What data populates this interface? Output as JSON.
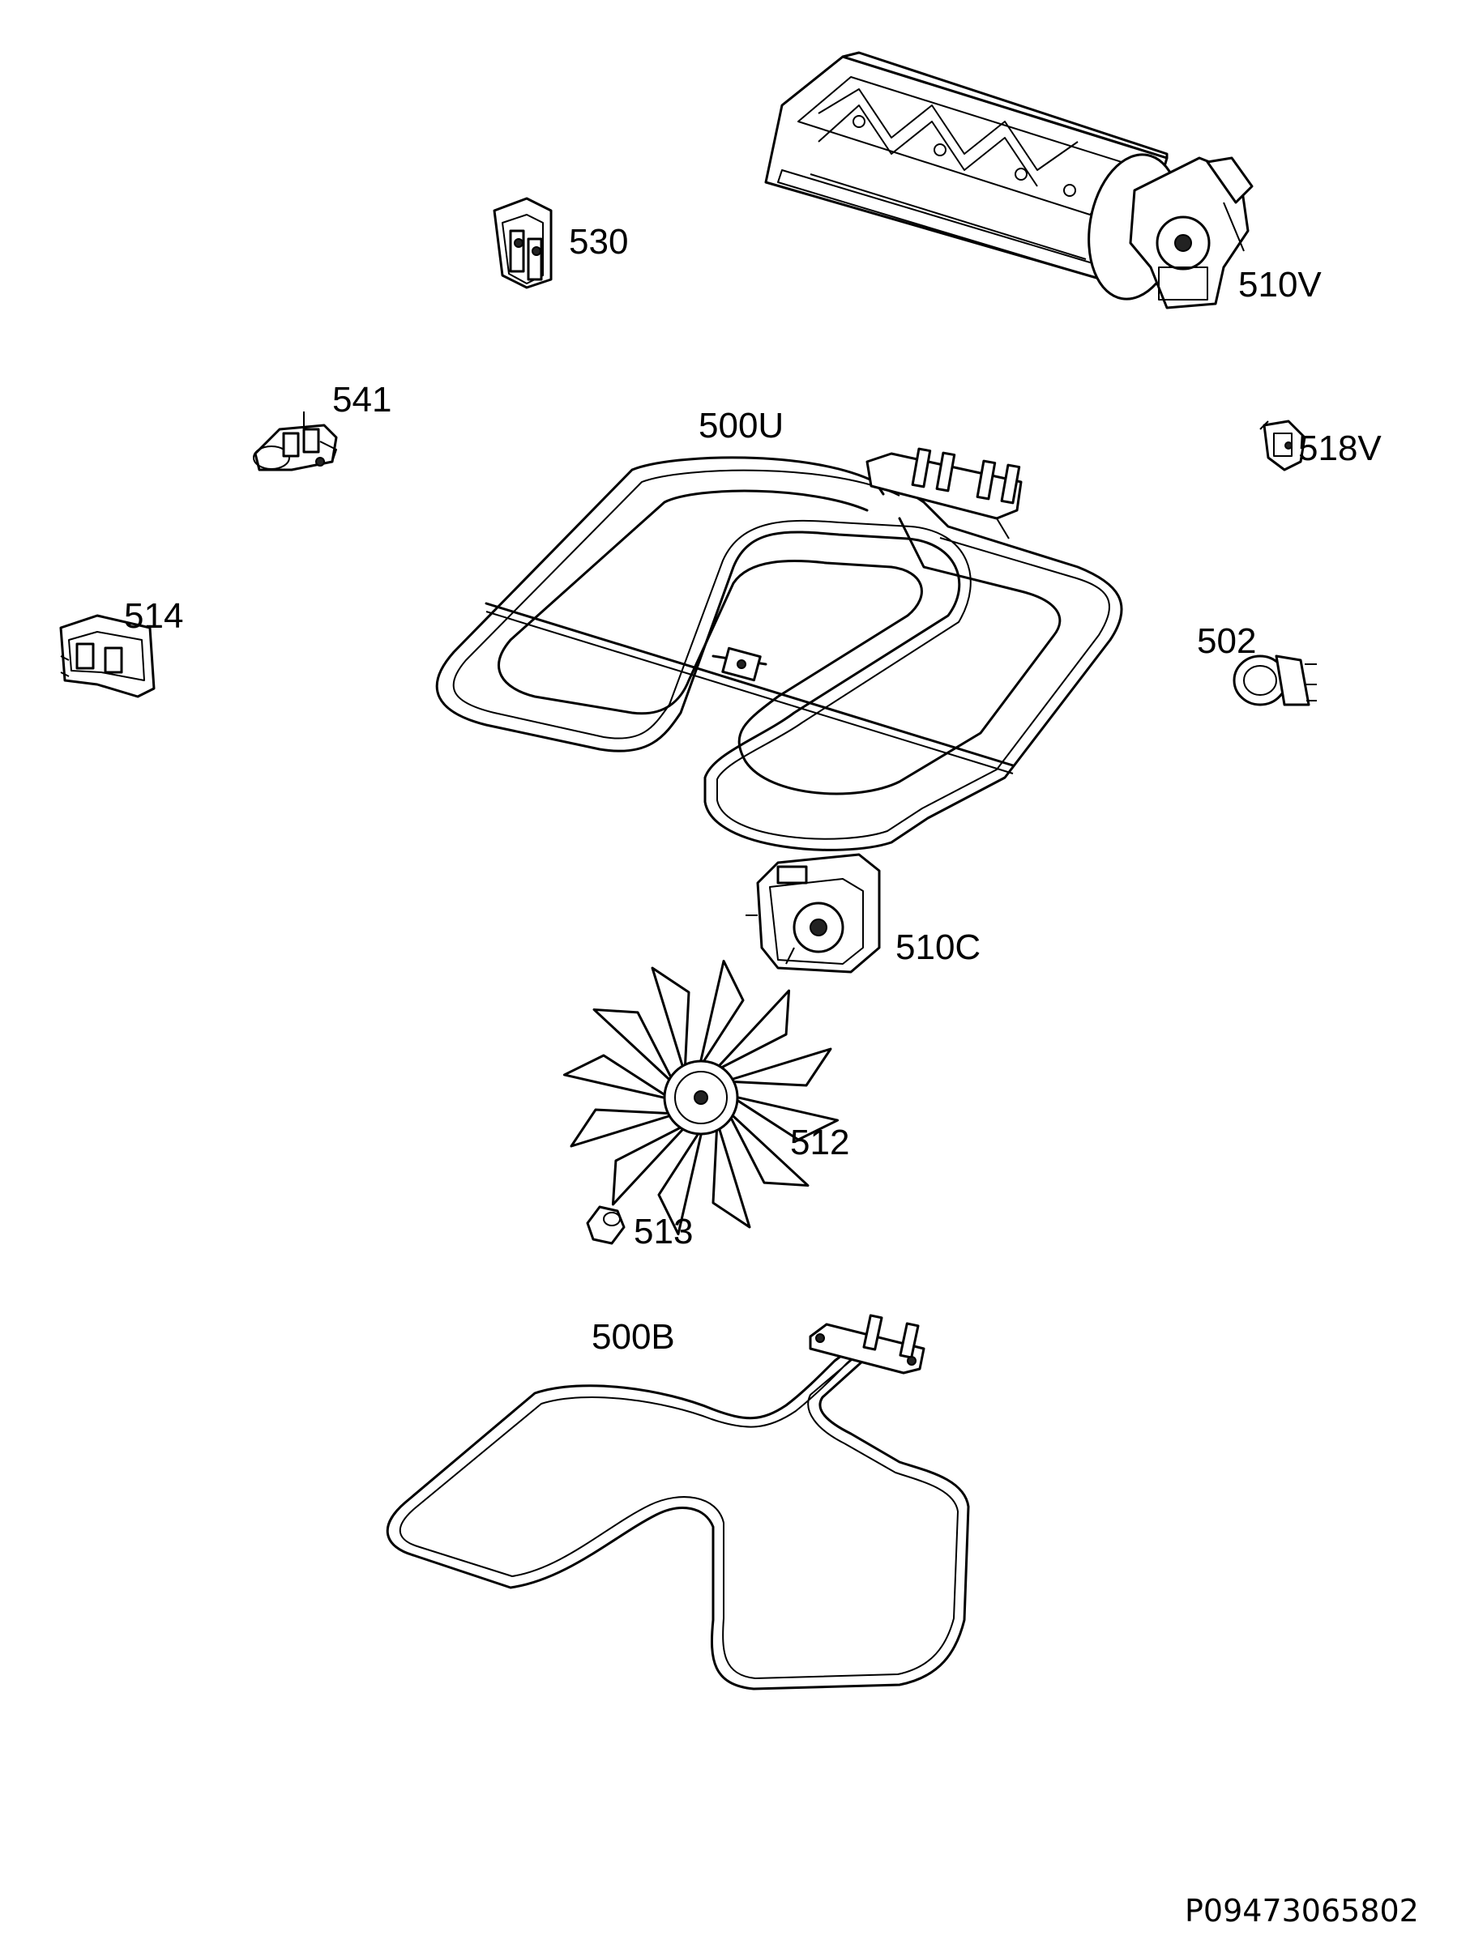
{
  "labels": {
    "p530": "530",
    "p510V": "510V",
    "p541": "541",
    "p500U": "500U",
    "p518V": "518V",
    "p514": "514",
    "p502": "502",
    "p510C": "510C",
    "p512": "512",
    "p513": "513",
    "p500B": "500B"
  },
  "document_id": "P09473065802"
}
